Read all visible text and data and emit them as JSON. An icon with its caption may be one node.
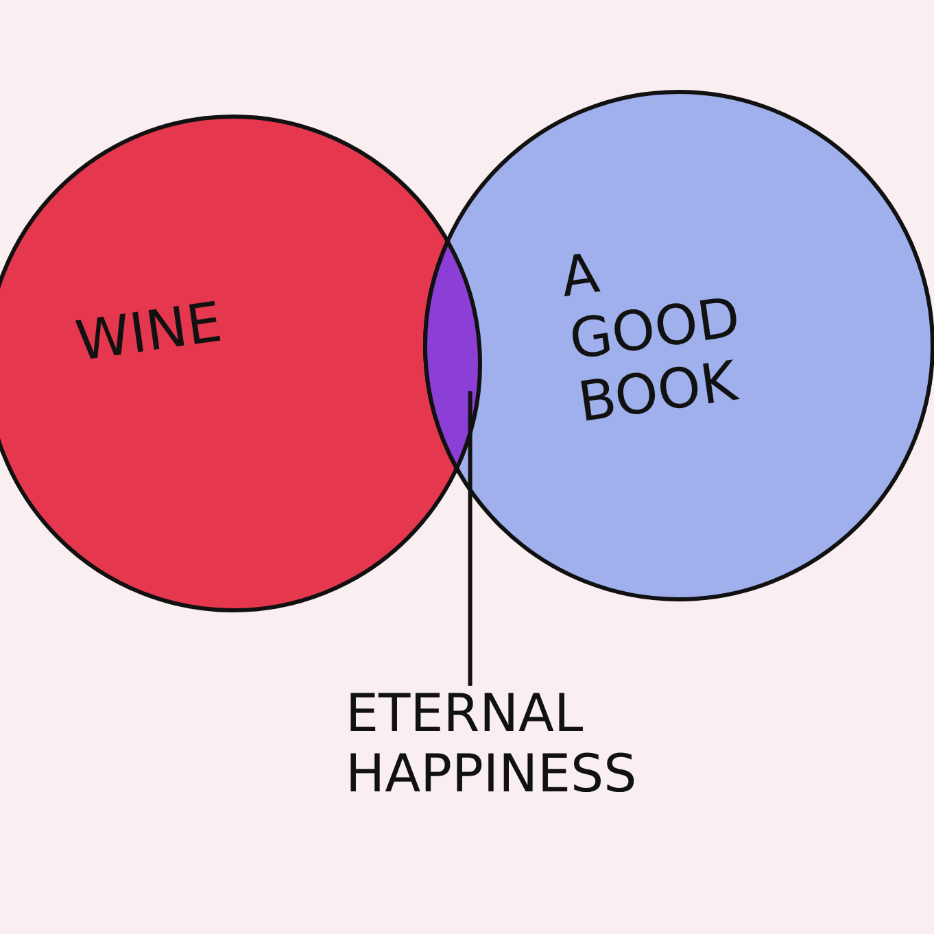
{
  "diagram": {
    "nodes": [
      {
        "text": [
          "WINE"
        ]
      },
      {
        "text": [
          "A GOOD BOOK"
        ]
      },
      {
        "text": [],
        "shape": "lens"
      },
      {
        "text": [
          "ETERNAL HAPPINESS"
        ]
      }
    ],
    "edges": [
      {
        "from": 3,
        "to": 2,
        "arrow": "none"
      }
    ]
  }
}
